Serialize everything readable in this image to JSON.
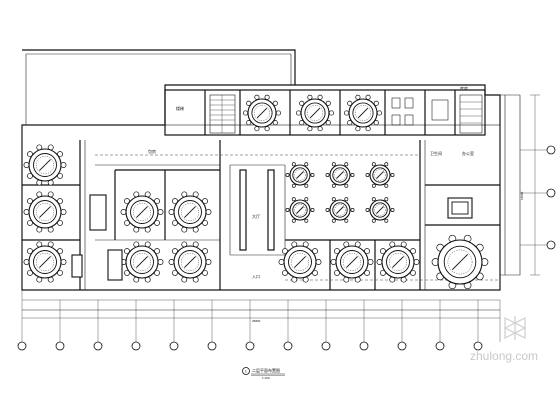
{
  "drawing": {
    "title": "二层平面布置图",
    "scale": "1:100",
    "grid_number": "1"
  },
  "rooms": {
    "private_room_label": "包房",
    "hall_label": "大厅",
    "entrance_label": "入口",
    "stair_label": "楼梯",
    "toilet_label": "卫生间",
    "office_label": "办公室",
    "storage_label": "库房"
  },
  "dimensions": {
    "bottom_total": "25800",
    "right_total": "18000"
  },
  "watermark": {
    "text": "zhulong.com"
  }
}
